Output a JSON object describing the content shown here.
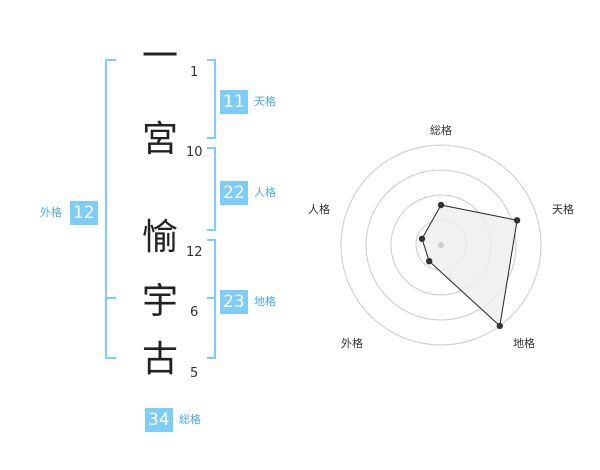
{
  "name": {
    "chars": [
      {
        "char": "一",
        "strokes": "1"
      },
      {
        "char": "宮",
        "strokes": "10"
      },
      {
        "char": "愉",
        "strokes": "12"
      },
      {
        "char": "宇",
        "strokes": "6"
      },
      {
        "char": "古",
        "strokes": "5"
      }
    ]
  },
  "fortune": {
    "tenkaku": {
      "value": "11",
      "label": "天格"
    },
    "jinkaku": {
      "value": "22",
      "label": "人格"
    },
    "chikaku": {
      "value": "23",
      "label": "地格"
    },
    "gaikaku": {
      "value": "12",
      "label": "外格"
    },
    "soukaku": {
      "value": "34",
      "label": "総格"
    }
  },
  "colors": {
    "bracket": "#7ecdf8",
    "badge_bg": "#7ecdf8",
    "badge_text": "#ffffff",
    "label": "#4aaee8",
    "radar_fill": "#eeeeee",
    "radar_line": "#222222"
  },
  "chart_data": {
    "type": "radar",
    "axes": [
      "総格",
      "天格",
      "地格",
      "外格",
      "人格"
    ],
    "values": [
      2,
      4,
      5,
      1,
      1
    ],
    "max": 5,
    "rings": 4
  }
}
